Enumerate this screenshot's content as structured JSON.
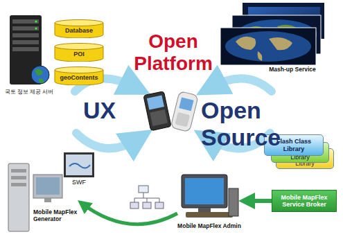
{
  "diagram": {
    "nodes": [
      {
        "text": [
          "Database"
        ]
      },
      {
        "text": [
          "POI"
        ]
      },
      {
        "text": [
          "geoContents"
        ]
      },
      {
        "text": [
          "Library"
        ]
      },
      {
        "text": [
          "Library"
        ]
      },
      {
        "text": [
          "Flash Class Library"
        ]
      },
      {
        "text": [
          "Mobile MapFlex Service Broker"
        ]
      },
      {
        "text": [
          "Mobile MapFlex Admin"
        ]
      },
      {
        "text": [
          "Mobile MapFlex Generator"
        ]
      }
    ],
    "edges": [
      {
        "from": 6,
        "to": 7,
        "arrow": "to"
      },
      {
        "from": 7,
        "to": 8,
        "arrow": "to"
      }
    ],
    "labels": [
      "Open Platform",
      "UX",
      "Open Source",
      "국토 정보 제공 서버",
      "Mash-up Service",
      "SWF"
    ]
  }
}
